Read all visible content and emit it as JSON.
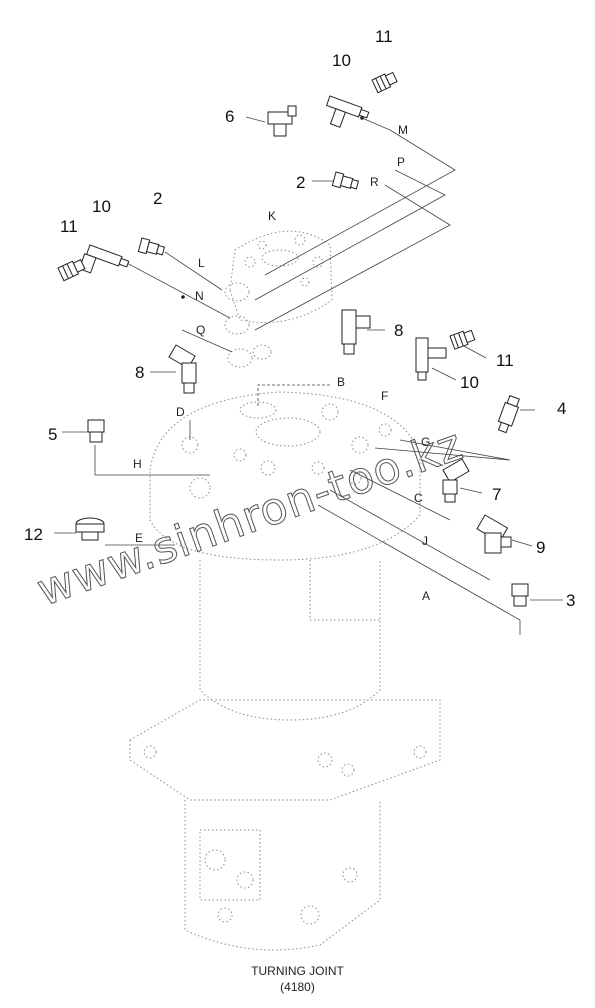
{
  "caption": {
    "title": "TURNING JOINT",
    "code": "(4180)"
  },
  "watermark": "www.sinhron-too.kz",
  "colors": {
    "ink": "#222222",
    "faint": "#9a9a9a",
    "watermark_stroke": "#555555"
  },
  "parts": [
    {
      "id": "p11a",
      "label": "11",
      "icon": "hex-adapter-icon"
    },
    {
      "id": "p10a",
      "label": "10",
      "icon": "tee-fitting-icon"
    },
    {
      "id": "p6",
      "label": "6",
      "icon": "elbow-fitting-icon"
    },
    {
      "id": "p2a",
      "label": "2",
      "icon": "hex-nipple-icon"
    },
    {
      "id": "p2b",
      "label": "2",
      "icon": "hex-nipple-icon"
    },
    {
      "id": "p10b",
      "label": "10",
      "icon": "tee-fitting-icon"
    },
    {
      "id": "p11b",
      "label": "11",
      "icon": "hex-adapter-icon"
    },
    {
      "id": "p8a",
      "label": "8",
      "icon": "elbow-fitting-icon"
    },
    {
      "id": "p8b",
      "label": "8",
      "icon": "elbow-fitting-icon"
    },
    {
      "id": "p11c",
      "label": "11",
      "icon": "hex-adapter-icon"
    },
    {
      "id": "p10c",
      "label": "10",
      "icon": "tee-fitting-icon"
    },
    {
      "id": "p5",
      "label": "5",
      "icon": "plug-icon"
    },
    {
      "id": "p4",
      "label": "4",
      "icon": "straight-connector-icon"
    },
    {
      "id": "p7",
      "label": "7",
      "icon": "elbow-fitting-icon"
    },
    {
      "id": "p12",
      "label": "12",
      "icon": "cap-plug-icon"
    },
    {
      "id": "p9",
      "label": "9",
      "icon": "elbow-fitting-icon"
    },
    {
      "id": "p3",
      "label": "3",
      "icon": "plug-icon"
    }
  ],
  "ports": [
    "M",
    "P",
    "R",
    "K",
    "L",
    "N",
    "Q",
    "B",
    "F",
    "D",
    "G",
    "H",
    "C",
    "E",
    "J",
    "A"
  ]
}
